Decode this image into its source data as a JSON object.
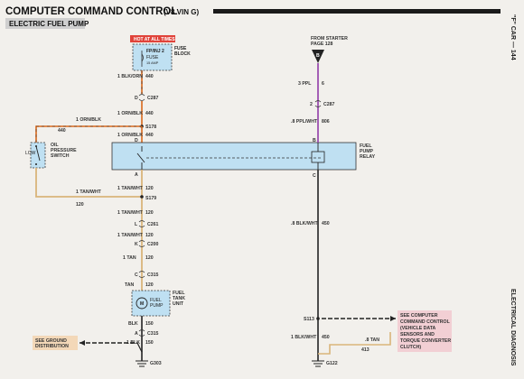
{
  "header": {
    "title": "COMPUTER COMMAND CONTROL",
    "subtitle": "(V8 VIN G)",
    "section": "ELECTRIC FUEL PUMP"
  },
  "side": {
    "top": "\"F\" CAR — 144",
    "bottom": "ELECTRICAL DIAGNOSIS"
  },
  "labels": {
    "hot": "HOT AT ALL TIMES",
    "fuse_line1": "FP/INJ 2",
    "fuse_line2": "FUSE",
    "fuse_line3": "15 AMP",
    "fuse_block_1": "FUSE",
    "fuse_block_2": "BLOCK",
    "from_starter_1": "FROM STARTER",
    "from_starter_2": "PAGE 128",
    "connector_b": "B",
    "relay_1": "FUEL",
    "relay_2": "PUMP",
    "relay_3": "RELAY",
    "oil_1": "OIL",
    "oil_2": "PRESSURE",
    "oil_3": "SWITCH",
    "low": "LOW",
    "pump_1": "FUEL",
    "pump_2": "TANK",
    "pump_3": "UNIT",
    "pump_inner_1": "FUEL",
    "pump_inner_2": "PUMP",
    "ground_1": "SEE GROUND",
    "ground_2": "DISTRIBUTION",
    "ccc_1": "SEE COMPUTER",
    "ccc_2": "COMMAND CONTROL",
    "ccc_3": "(VEHICLE DATA",
    "ccc_4": "SENSORS AND",
    "ccc_5": "TORQUE CONVERTER",
    "ccc_6": "CLUTCH)",
    "pin_a": "A",
    "pin_b": "B",
    "pin_c": "C",
    "pin_d": "D"
  },
  "wires": {
    "w440_top": "1 BLK/ORN",
    "w440_top_n": "440",
    "c287_d": "D",
    "c287": "C287",
    "w440_mid": "1 ORN/BLK",
    "w440_mid_n": "440",
    "s178": "S178",
    "w440_left": "1 ORN/BLK",
    "w440_left_n": "440",
    "w440_relay": "1 ORN/BLK",
    "w440_relay_n": "440",
    "w120_left": "1 TAN/WHT",
    "w120_left_n": "120",
    "w120_a": "1 TAN/WHT",
    "w120_a_n": "120",
    "s179": "S179",
    "w120_b": "1 TAN/WHT",
    "w120_b_n": "120",
    "c261_l": "L",
    "c261": "C261",
    "w120_c": "1 TAN/WHT",
    "w120_c_n": "120",
    "c200_k": "K",
    "c200": "C200",
    "w120_d": "1 TAN",
    "w120_d_n": "120",
    "c315_c": "C",
    "c315": "C315",
    "w120_e": "TAN",
    "w120_e_n": "120",
    "w150_a": "BLK",
    "w150_a_n": "150",
    "c315b_a": "A",
    "c315b": "C315",
    "w150_b": "1 BLK",
    "w150_b_n": "150",
    "g303": "G303",
    "w6_a": "3 PPL",
    "w6_a_n": "6",
    "c287b_2": "2",
    "c287b": "C287",
    "w806": ".8 PPL/WHT",
    "w806_n": "806",
    "w450": ".8 BLK/WHT",
    "w450_n": "450",
    "s113": "S113",
    "w450_b": "1 BLK/WHT",
    "w450_b_n": "450",
    "w413": ".8 TAN",
    "w413_n": "413",
    "g122": "G122"
  },
  "colors": {
    "orange_wire": "#d9681b",
    "tan_wire": "#d9b57a",
    "purple_wire": "#9b4fb0",
    "black_wire": "#3a3a3a",
    "red_label": "#e0433a",
    "blue_box": "#bfe0f2",
    "pink_box": "#f2cfd4",
    "tan_box": "#f3d8b8",
    "header_bg": "#cfcfcf"
  }
}
